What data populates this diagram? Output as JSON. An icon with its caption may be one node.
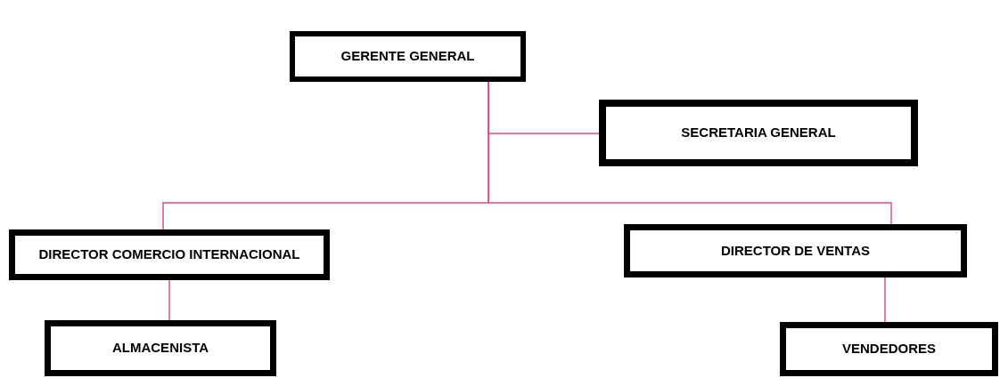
{
  "diagram": {
    "nodes": [
      {
        "text": [
          "GERENTE GENERAL"
        ]
      },
      {
        "text": [
          "SECRETARIA GENERAL"
        ]
      },
      {
        "text": [
          "DIRECTOR COMERCIO INTERNACIONAL"
        ]
      },
      {
        "text": [
          "DIRECTOR DE VENTAS"
        ]
      },
      {
        "text": [
          "ALMACENISTA"
        ]
      },
      {
        "text": [
          "VENDEDORES"
        ]
      }
    ],
    "edges": [
      {
        "from": 0,
        "to": 1,
        "arrow": "none"
      },
      {
        "from": 0,
        "to": 2,
        "arrow": "none"
      },
      {
        "from": 0,
        "to": 3,
        "arrow": "none"
      },
      {
        "from": 2,
        "to": 4,
        "arrow": "none"
      },
      {
        "from": 3,
        "to": 5,
        "arrow": "none"
      }
    ]
  }
}
